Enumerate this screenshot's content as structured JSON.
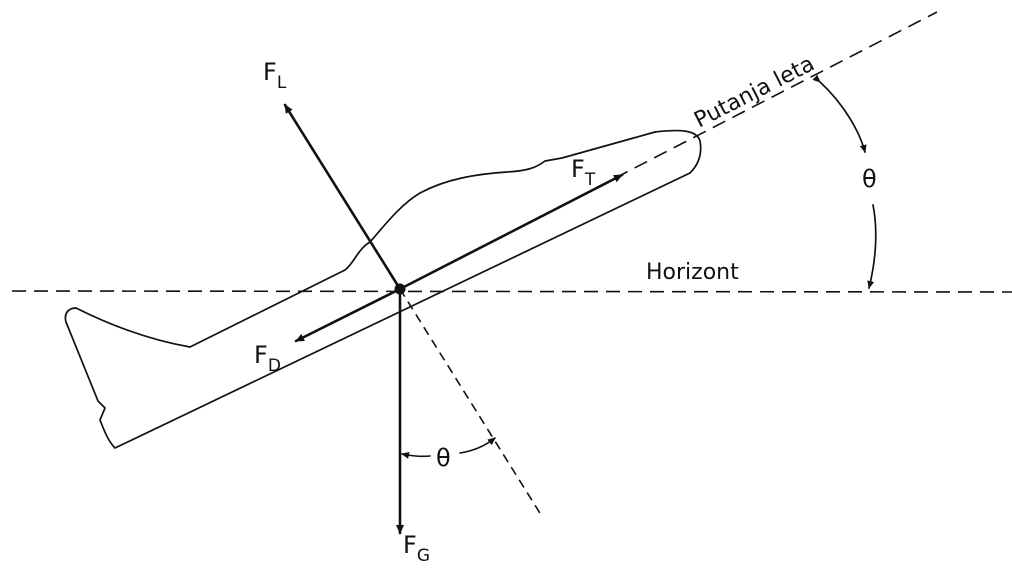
{
  "labels": {
    "lift": {
      "main": "F",
      "sub": "L"
    },
    "thrust": {
      "main": "F",
      "sub": "T"
    },
    "drag": {
      "main": "F",
      "sub": "D"
    },
    "weight": {
      "main": "F",
      "sub": "G"
    },
    "flight_path": "Putanja leta",
    "horizon": "Horizont",
    "angle_top": "θ",
    "angle_bottom": "θ"
  }
}
